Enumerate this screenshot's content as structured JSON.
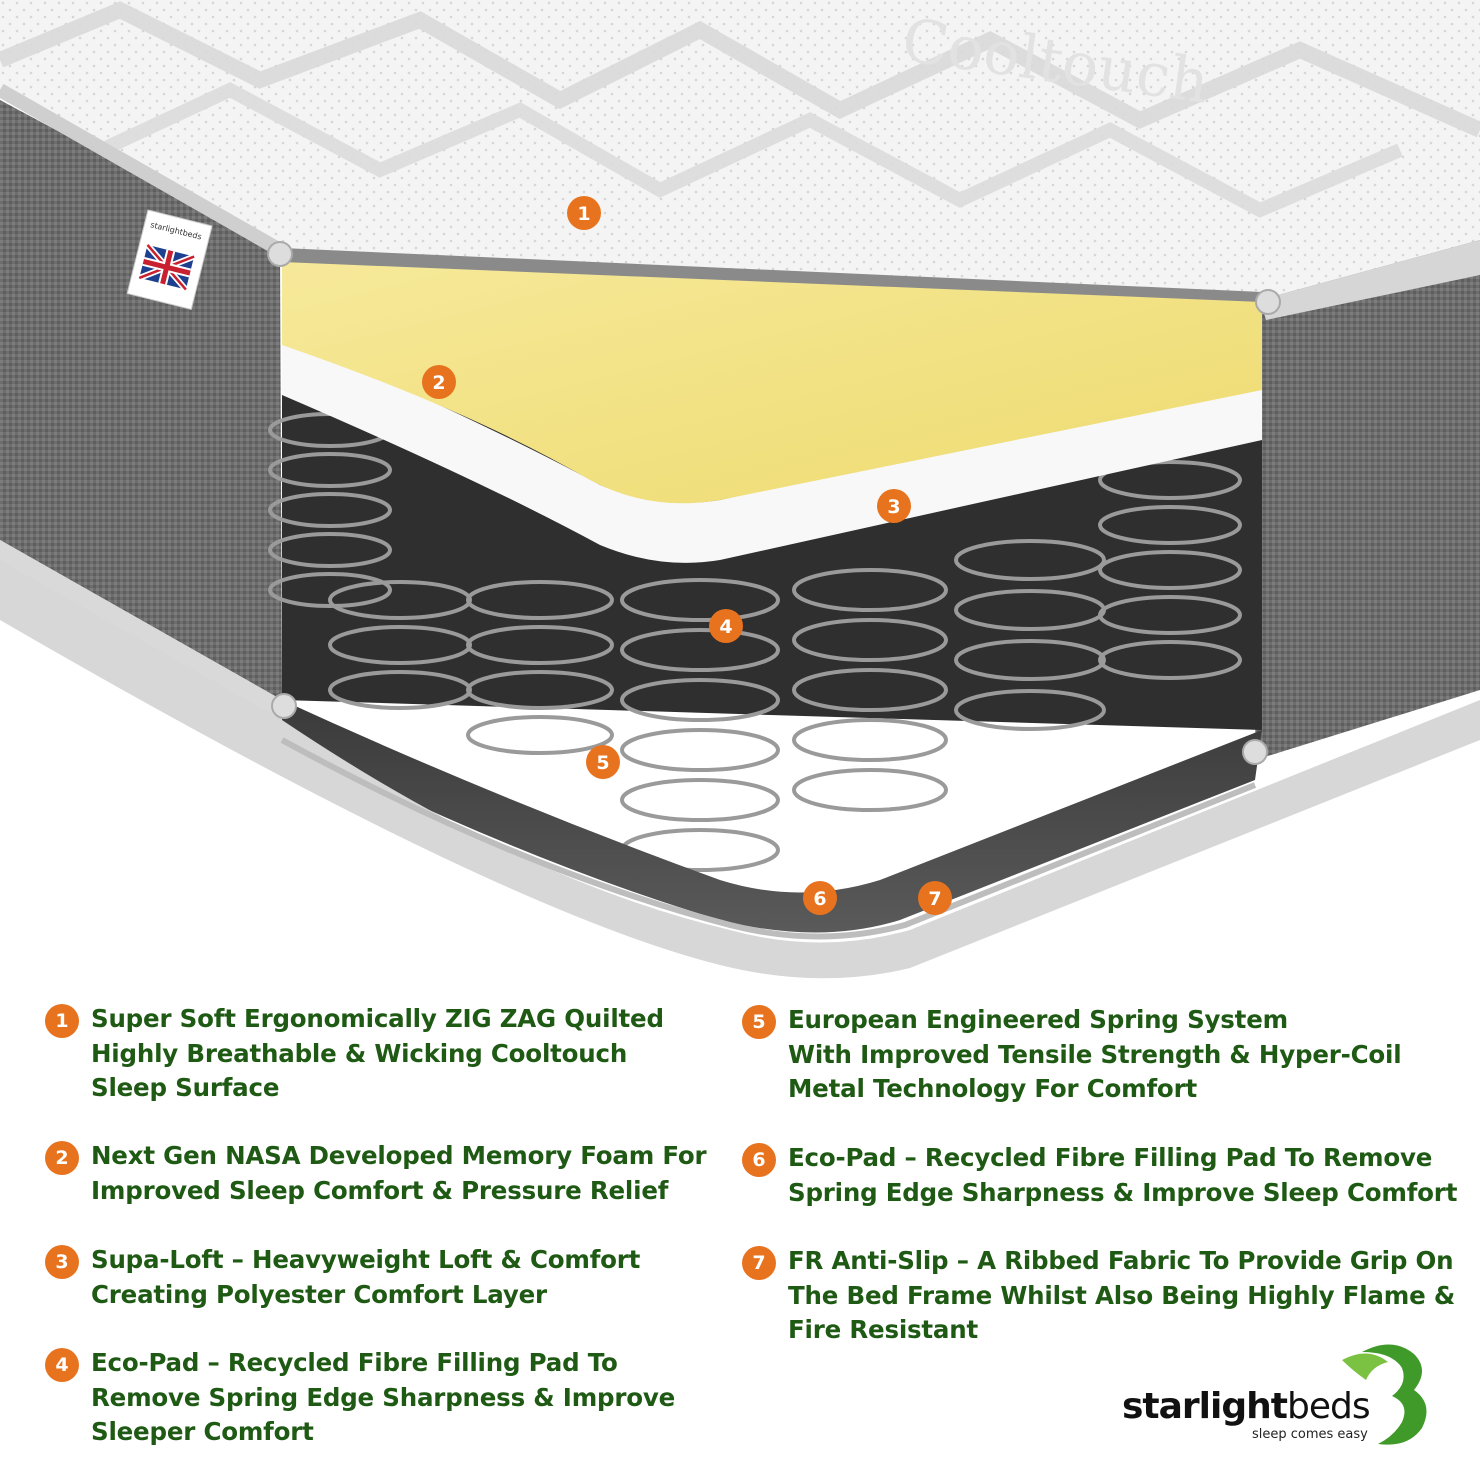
{
  "label_tag": {
    "brand": "starlightbeds"
  },
  "badges": [
    "1",
    "2",
    "3",
    "4",
    "5",
    "6",
    "7"
  ],
  "legend": [
    {
      "num": "1",
      "text": "Super Soft Ergonomically ZIG ZAG Quilted\nHighly Breathable & Wicking Cooltouch\nSleep Surface"
    },
    {
      "num": "2",
      "text": "Next Gen NASA Developed Memory Foam For\nImproved Sleep Comfort & Pressure Relief"
    },
    {
      "num": "3",
      "text": "Supa-Loft – Heavyweight  Loft & Comfort\nCreating Polyester Comfort Layer"
    },
    {
      "num": "4",
      "text": "Eco-Pad – Recycled Fibre Filling Pad To\nRemove Spring Edge Sharpness & Improve\nSleeper Comfort"
    },
    {
      "num": "5",
      "text": "European Engineered Spring System\nWith Improved Tensile Strength & Hyper-Coil\nMetal Technology For Comfort"
    },
    {
      "num": "6",
      "text": "Eco-Pad – Recycled Fibre Filling Pad To Remove\nSpring Edge Sharpness & Improve Sleep Comfort"
    },
    {
      "num": "7",
      "text": "FR Anti-Slip – A Ribbed Fabric To Provide Grip On\nThe Bed Frame Whilst Also Being Highly Flame &\nFire Resistant"
    }
  ],
  "logo": {
    "word_bold": "starlight",
    "word_light": "beds",
    "tagline": "sleep comes easy"
  },
  "colors": {
    "badge": "#e8731f",
    "legend_text": "#1f5a14",
    "foam": "#f3e58a",
    "side_fabric": "#6e6e6e",
    "base": "#4a4a4a",
    "logo_green": "#3f9a2a"
  }
}
